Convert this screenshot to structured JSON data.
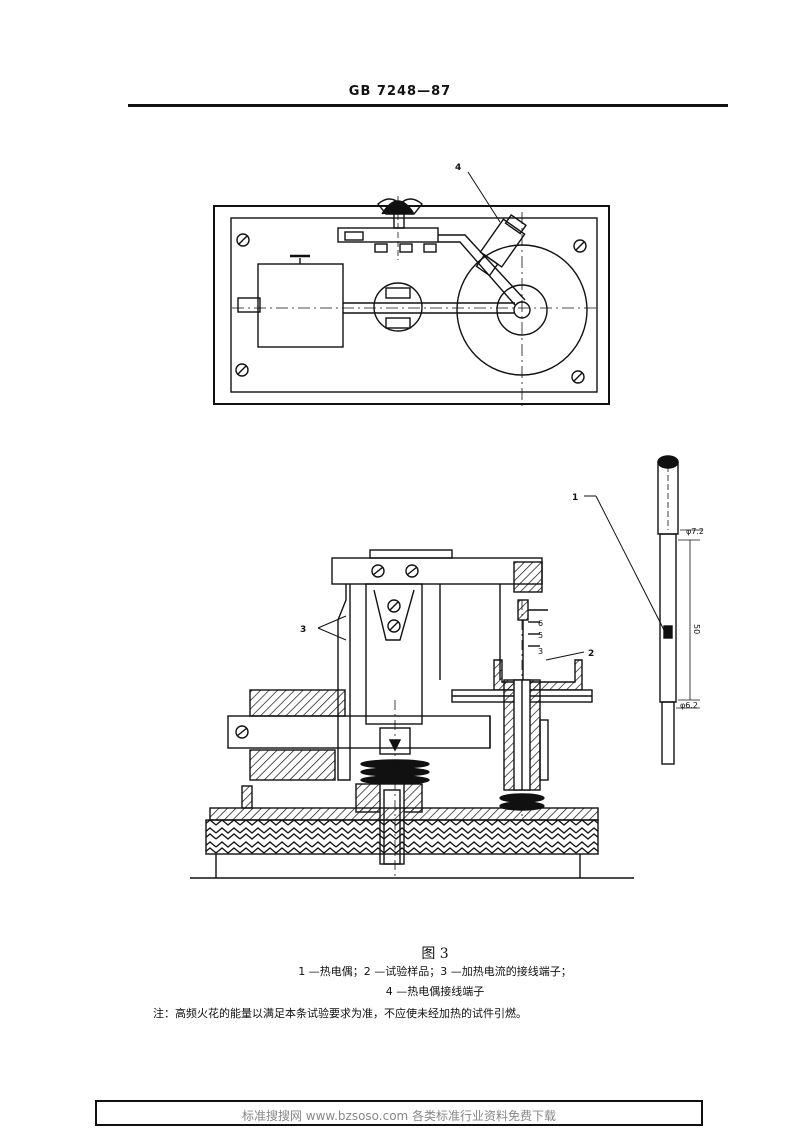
{
  "header": {
    "code": "GB 7248—87"
  },
  "figure": {
    "top_view_callout": "4",
    "side_callouts": [
      "3",
      "2"
    ],
    "scale_ticks": [
      "6",
      "5",
      "3"
    ],
    "probe_callout": "1",
    "probe_dims": {
      "d_top": "φ7.2",
      "length": "50",
      "d_bottom": "φ6.2"
    }
  },
  "caption": {
    "title": "图 3",
    "line1": "1 —热电偶；2 —试验样品；3 —加热电流的接线端子；",
    "line2": "4 —热电偶接线端子"
  },
  "note": "注：高频火花的能量以满足本条试验要求为准，不应使未经加热的试件引燃。",
  "footer": "标准搜搜网 www.bzsoso.com 各类标准行业资料免费下载"
}
